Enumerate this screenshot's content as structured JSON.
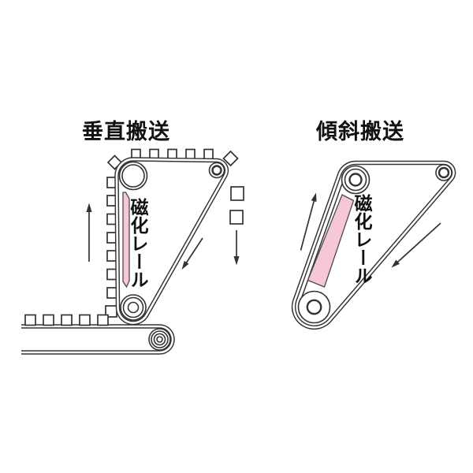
{
  "colors": {
    "background": "#ffffff",
    "line": "#333333",
    "text": "#111111",
    "rail_pink": "#f6c7d8",
    "rail_outline": "#4a4a4a"
  },
  "diagrams": {
    "vertical": {
      "title": "垂直搬送",
      "rail_label": "磁化レール"
    },
    "inclined": {
      "title": "傾斜搬送",
      "rail_label": "磁化レール"
    }
  }
}
